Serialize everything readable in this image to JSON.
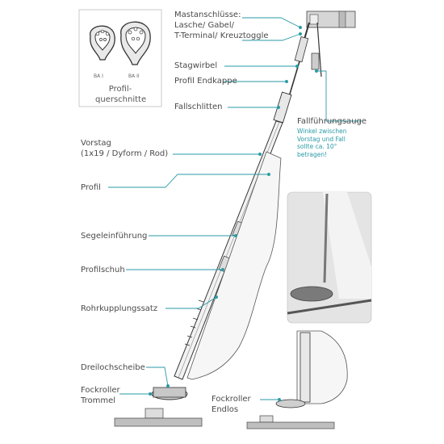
{
  "profile_box": {
    "section_labels": [
      "BA I",
      "BA II"
    ],
    "title": "Profil-\nquerschnitte"
  },
  "labels": {
    "mast_connections": "Mastanschlüsse:\nLasche/ Gabel/\nT-Terminal/ Kreuztoggle",
    "swivel": "Stagwirbel",
    "end_cap": "Profil Endkappe",
    "halyard_slide": "Fallschlitten",
    "forestay": "Vorstag\n(1x19 / Dyform / Rod)",
    "profile": "Profil",
    "sail_feeder": "Segeleinführung",
    "profile_shoe": "Profilschuh",
    "tube_coupling": "Rohrkupplungssatz",
    "triple_plate": "Dreilochscheibe",
    "drum": "Fockroller\nTrommel",
    "endless": "Fockroller\nEndlos",
    "halyard_guide": "Fallführungsauge",
    "halyard_note": "Winkel zwischen\nVorstag und Fall\nsollte ca. 10°\nbetragen!"
  },
  "colors": {
    "leader": "#2a9aa6",
    "text": "#4a4a4a",
    "box_border": "#bfbfbf"
  }
}
